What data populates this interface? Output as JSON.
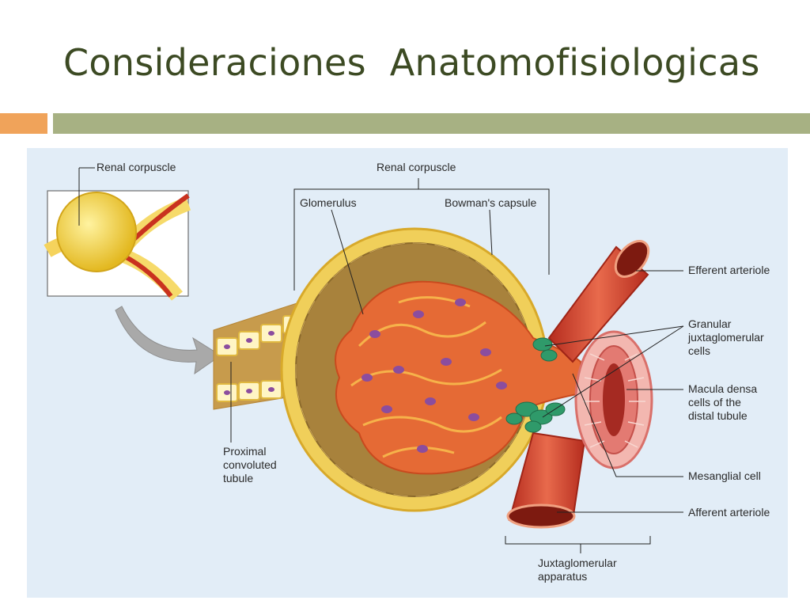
{
  "slide": {
    "title": "Consideraciones  Anatomofisiologicas"
  },
  "diagram": {
    "inset_label": "Renal corpuscle",
    "labels": {
      "renal_corpuscle": "Renal corpuscle",
      "glomerulus": "Glomerulus",
      "bowmans_capsule": "Bowman's capsule",
      "efferent_arteriole": "Efferent arteriole",
      "granular_cells": "Granular\njuxtaglomerular\ncells",
      "macula_densa": "Macula densa\ncells of the\ndistal tubule",
      "mesangial_cell": "Mesanglial cell",
      "afferent_arteriole": "Afferent arteriole",
      "proximal_tubule": "Proximal\nconvoluted\ntubule",
      "jga": "Juxtaglomerular\napparatus"
    }
  },
  "colors": {
    "title": "#3c4a23",
    "accent_orange": "#f0a35a",
    "accent_green": "#a7b183",
    "panel_bg": "#e2edf7",
    "capsule_yellow": "#f3d44f",
    "capillary_red": "#d8402d",
    "nucleus_purple": "#8b4d9e",
    "cell_green": "#2f9a6a"
  }
}
